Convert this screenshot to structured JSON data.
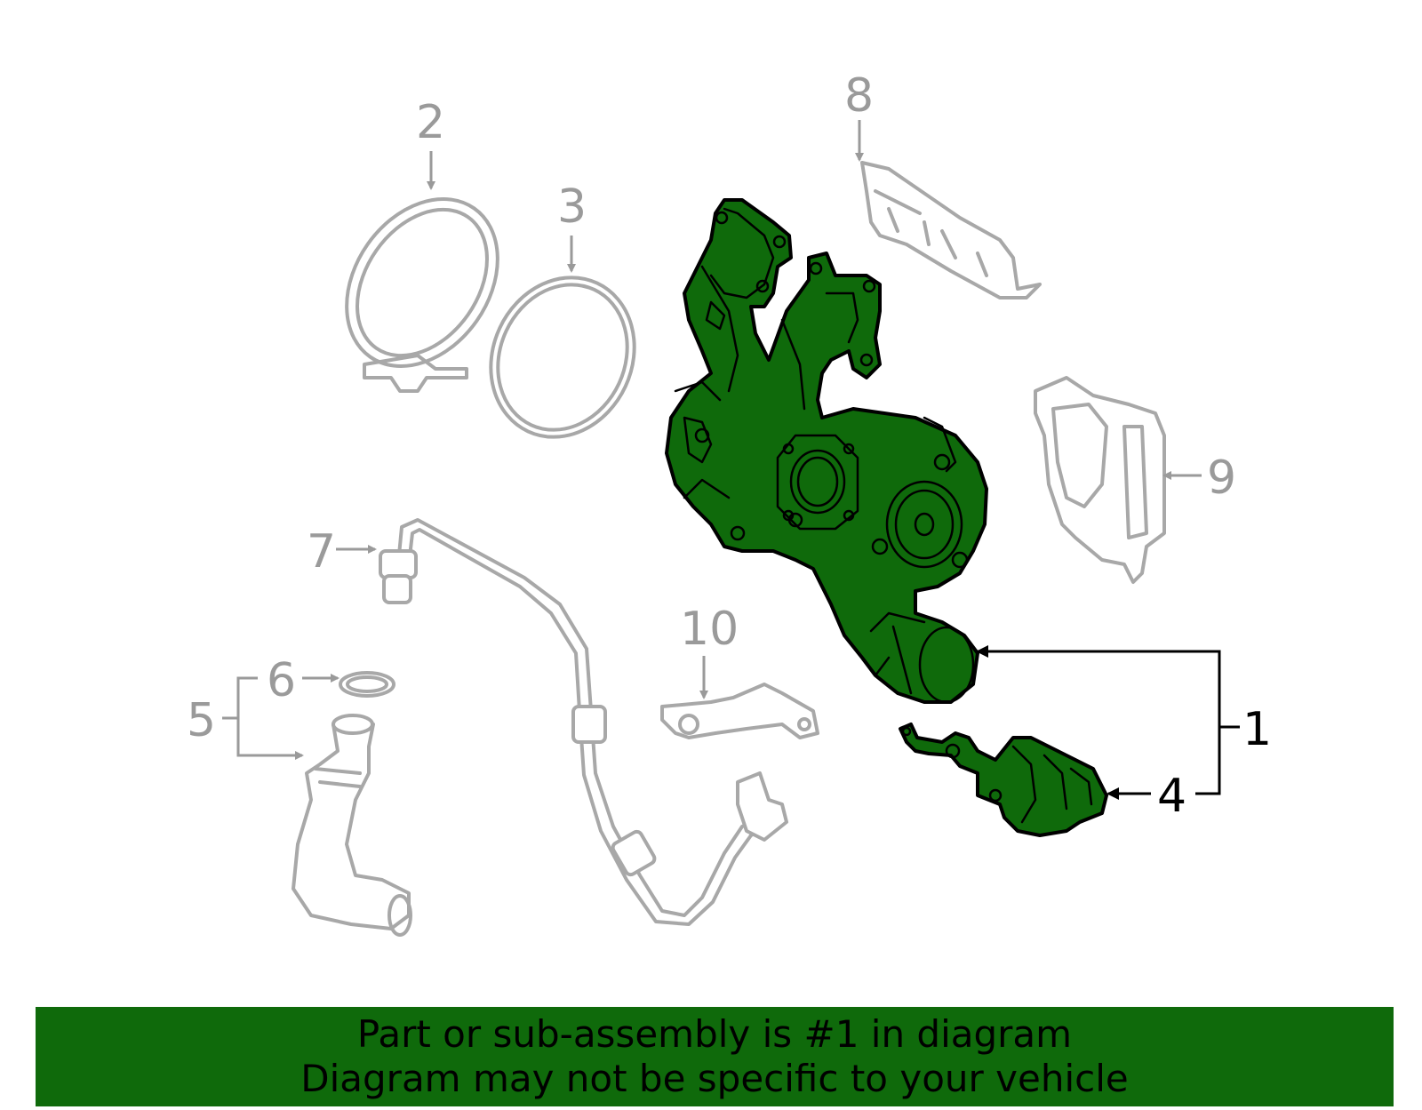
{
  "diagram": {
    "callouts": {
      "c1": "1",
      "c2": "2",
      "c3": "3",
      "c4": "4",
      "c5": "5",
      "c6": "6",
      "c7": "7",
      "c8": "8",
      "c9": "9",
      "c10": "10"
    },
    "highlight_color": "#0f6a0b",
    "other_parts_color": "#a8a8a8"
  },
  "banner": {
    "line1": "Part or sub-assembly is #1 in diagram",
    "line2": "Diagram may not be specific to your vehicle",
    "background": "#0f6a0b"
  }
}
